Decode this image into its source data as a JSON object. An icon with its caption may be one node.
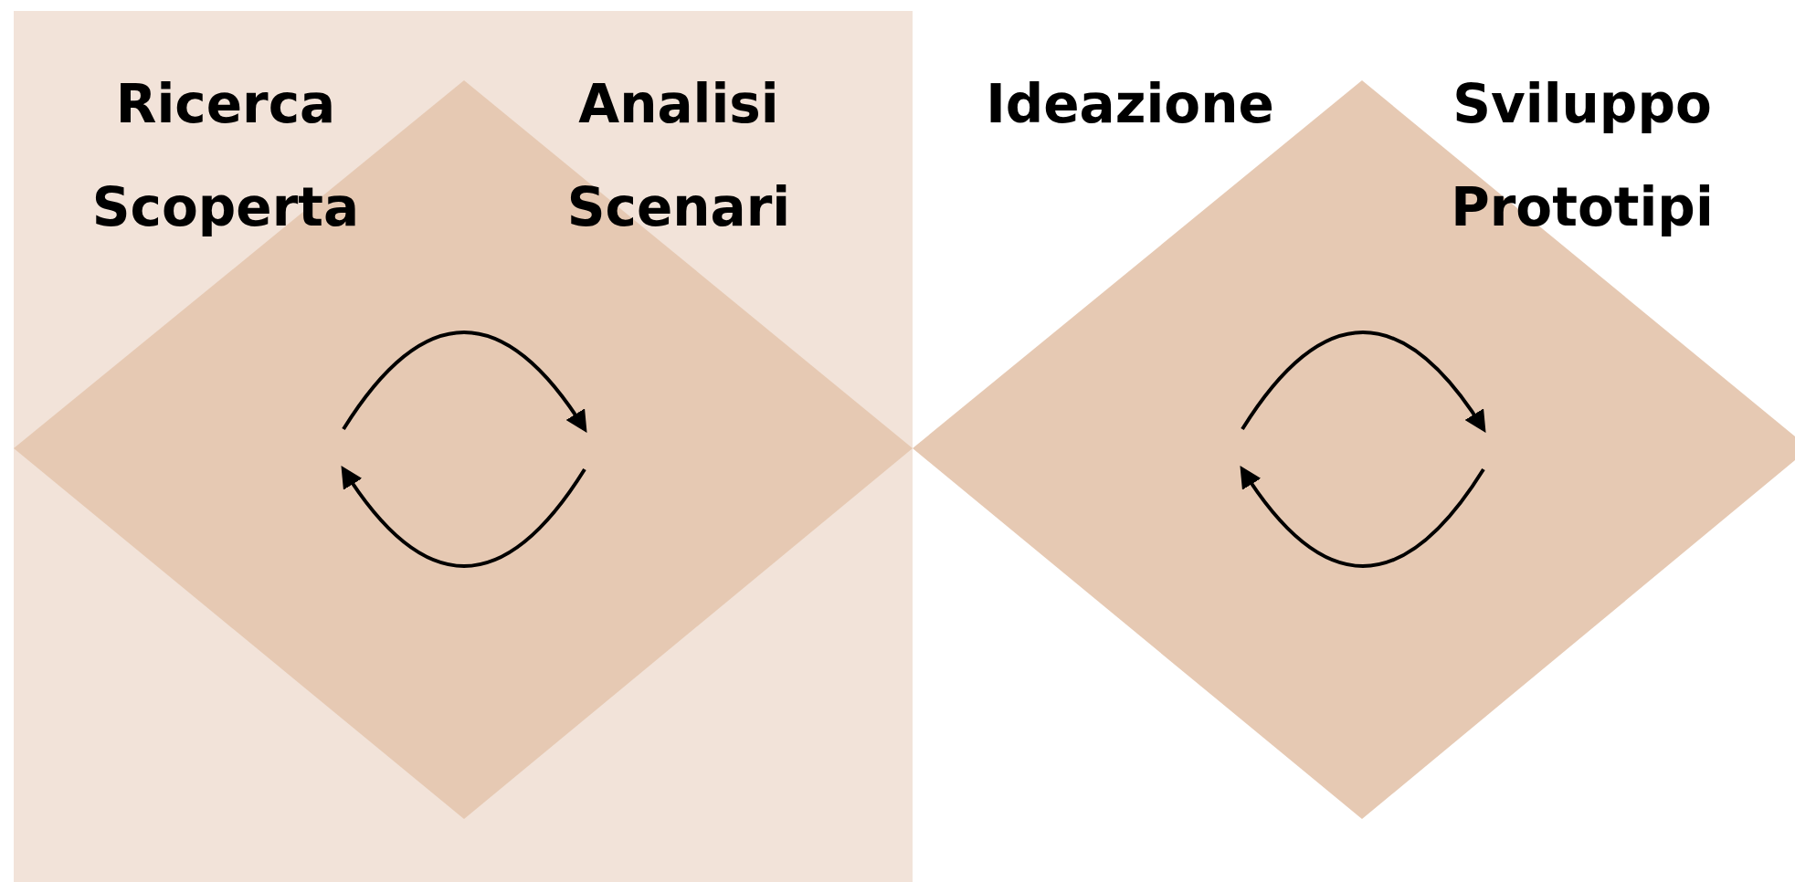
{
  "diagram": {
    "labels": [
      "Ricerca Scoperta",
      "Analisi Scenari",
      "Ideazione",
      "Sviluppo Prototipi"
    ]
  }
}
